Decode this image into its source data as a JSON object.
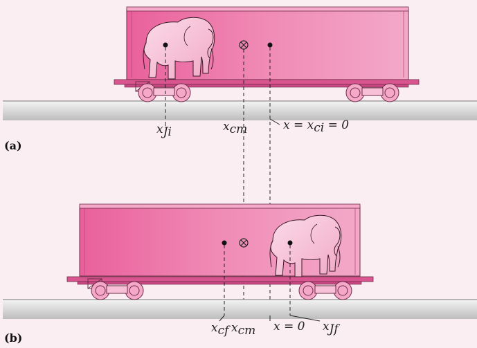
{
  "panel_a": {
    "tag": "(a)",
    "labels": {
      "x_ji": {
        "main": "x",
        "sub": "Ji"
      },
      "x_cm": {
        "main": "x",
        "sub": "cm"
      },
      "x_ci": {
        "pre": "x = x",
        "sub": "ci",
        "post": " = 0"
      }
    }
  },
  "panel_b": {
    "tag": "(b)",
    "labels": {
      "x_cf": {
        "main": "x",
        "sub": "cf"
      },
      "x_cm": {
        "main": "x",
        "sub": "cm"
      },
      "x_zero": {
        "text": "x = 0"
      },
      "x_jf": {
        "main": "x",
        "sub": "Jf"
      }
    }
  },
  "colors": {
    "car_body": "#ef7fae",
    "car_body_light": "#f7b7cf",
    "ground": "#c9c9c9",
    "ground_light": "#efefef",
    "elephant": "#f6c6da",
    "outline": "#3a1a28"
  }
}
